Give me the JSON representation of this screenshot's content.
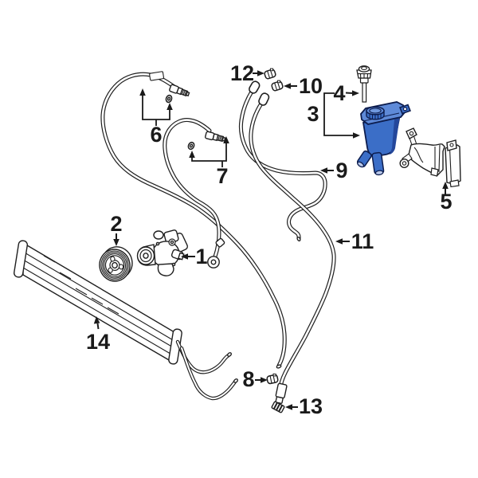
{
  "diagram": {
    "title": "power-steering-pump-and-hoses-parts-diagram",
    "background": "#ffffff",
    "line_color": "#1f1f1f",
    "highlight": {
      "main": "#3b6ec7",
      "light": "#5e8ad8",
      "lighter": "#7099de",
      "dark": "#24479b",
      "opening": "#b9c8ea",
      "outline": "#0d1d4e"
    },
    "highlighted_callout": "3"
  },
  "callouts": [
    {
      "num": "1",
      "part": "power-steering-pump"
    },
    {
      "num": "2",
      "part": "pump-pulley"
    },
    {
      "num": "3",
      "part": "fluid-reservoir"
    },
    {
      "num": "4",
      "part": "reservoir-cap-dipstick"
    },
    {
      "num": "5",
      "part": "reservoir-bracket"
    },
    {
      "num": "6",
      "part": "hose-with-o-ring"
    },
    {
      "num": "7",
      "part": "hose-with-o-ring"
    },
    {
      "num": "8",
      "part": "hose-clamp"
    },
    {
      "num": "9",
      "part": "hose"
    },
    {
      "num": "10",
      "part": "hose-clamp"
    },
    {
      "num": "11",
      "part": "hose"
    },
    {
      "num": "12",
      "part": "hose-clamp"
    },
    {
      "num": "13",
      "part": "hose-band-clamp"
    },
    {
      "num": "14",
      "part": "power-steering-oil-cooler"
    }
  ]
}
